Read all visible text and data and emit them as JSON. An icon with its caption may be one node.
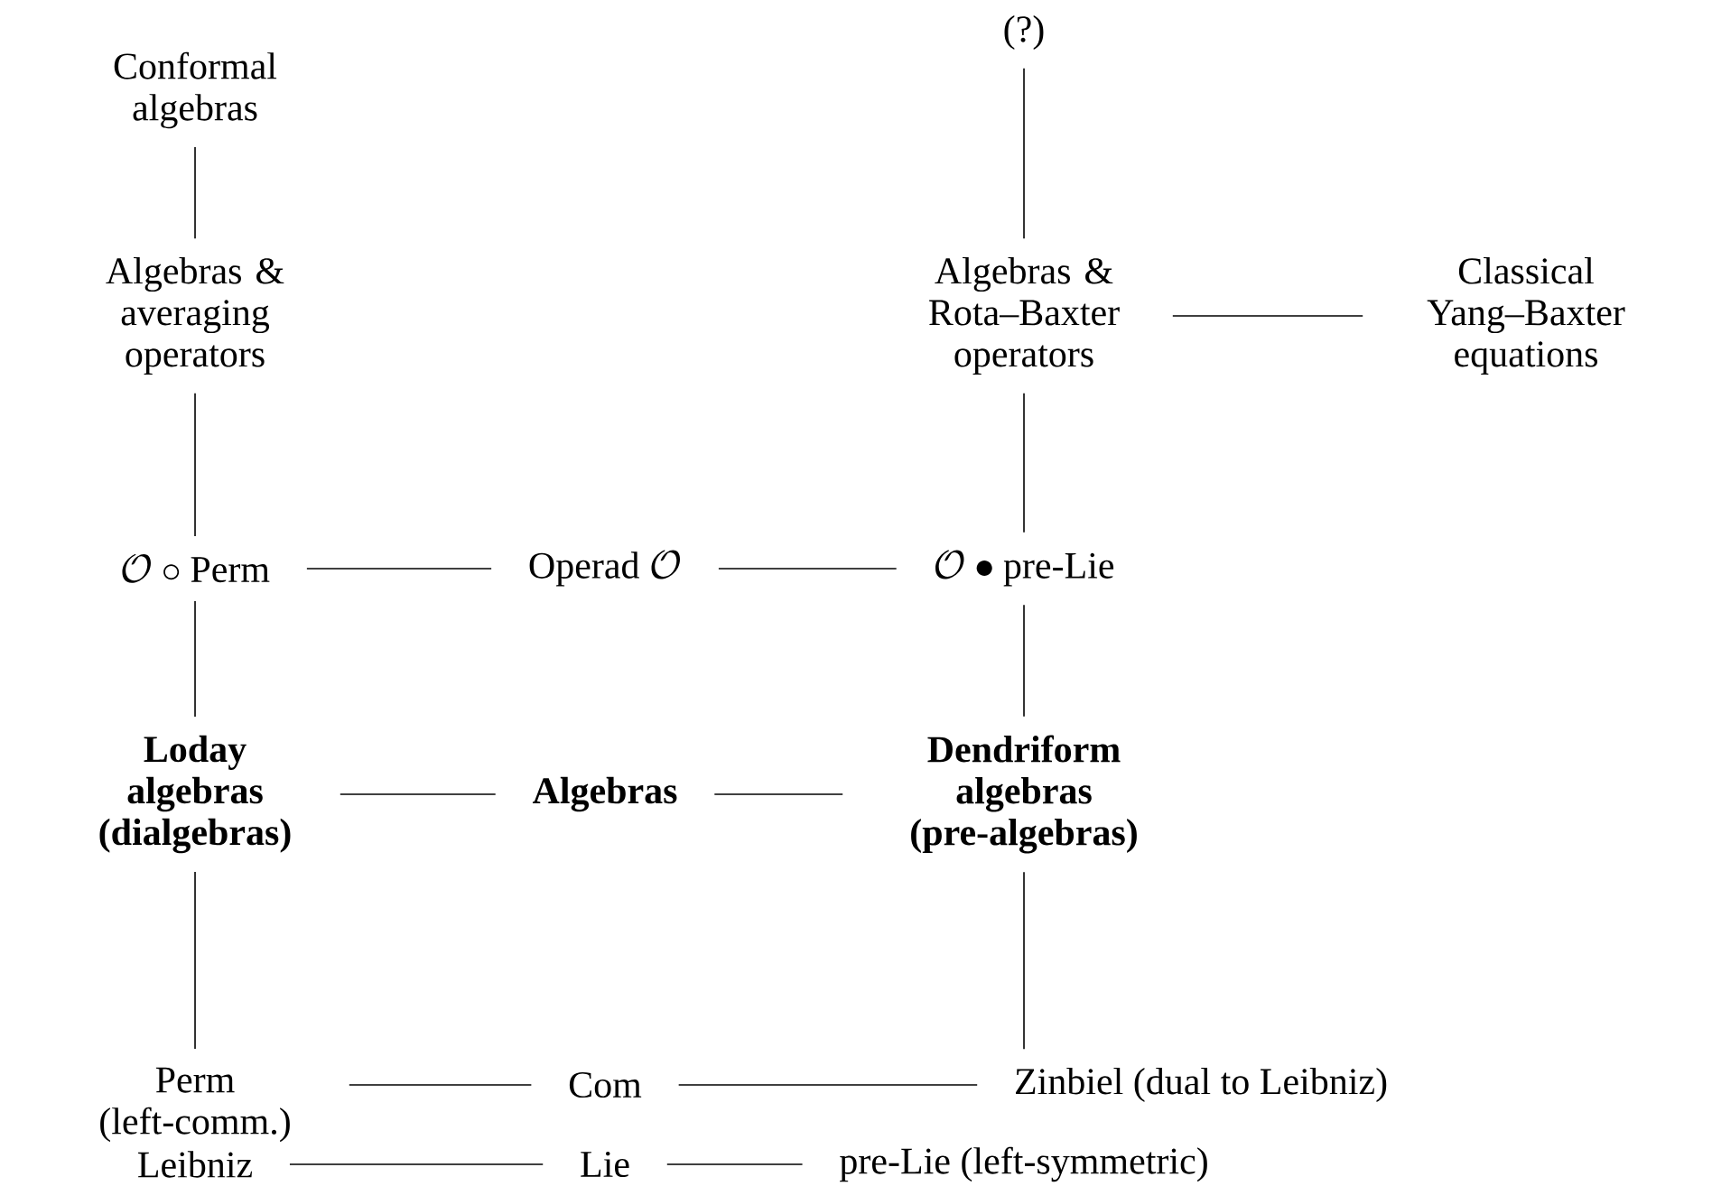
{
  "diagram": {
    "nodes": [
      {
        "text": [
          "Conformal algebras"
        ]
      },
      {
        "text": [
          "(?)"
        ]
      },
      {
        "text": [
          "Algebras & averaging operators"
        ]
      },
      {
        "text": [
          "Algebras & Rota–Baxter operators"
        ]
      },
      {
        "text": [
          "Classical Yang–Baxter equations"
        ]
      },
      {
        "text": [
          "\\mathcal{O}\\circ\\text{Perm}"
        ]
      },
      {
        "text": [
          "\\text{Operad }\\mathcal{O}"
        ]
      },
      {
        "text": [
          "\\mathcal{O}\\bullet\\text{pre-Lie}"
        ]
      },
      {
        "text": [
          "Loday algebras (dialgebras)"
        ]
      },
      {
        "text": [
          "Algebras"
        ]
      },
      {
        "text": [
          "Dendriform algebras (pre-algebras)"
        ]
      },
      {
        "text": [
          "Perm (left-comm.)"
        ]
      },
      {
        "text": [
          "Com"
        ]
      },
      {
        "text": [
          "Zinbiel (dual to Leibniz)"
        ]
      },
      {
        "text": [
          "Leibniz"
        ]
      },
      {
        "text": [
          "Lie"
        ]
      },
      {
        "text": [
          "pre-Lie (left-symmetric)"
        ]
      }
    ],
    "edges": [
      {
        "from": 0,
        "to": 2,
        "arrow": "none"
      },
      {
        "from": 1,
        "to": 3,
        "arrow": "none"
      },
      {
        "from": 3,
        "to": 4,
        "arrow": "none"
      },
      {
        "from": 2,
        "to": 5,
        "arrow": "none"
      },
      {
        "from": 3,
        "to": 7,
        "arrow": "none"
      },
      {
        "from": 5,
        "to": 6,
        "arrow": "none"
      },
      {
        "from": 6,
        "to": 7,
        "arrow": "none"
      },
      {
        "from": 5,
        "to": 8,
        "arrow": "none"
      },
      {
        "from": 7,
        "to": 10,
        "arrow": "none"
      },
      {
        "from": 8,
        "to": 9,
        "arrow": "none"
      },
      {
        "from": 9,
        "to": 10,
        "arrow": "none"
      },
      {
        "from": 8,
        "to": 11,
        "arrow": "none"
      },
      {
        "from": 10,
        "to": 13,
        "arrow": "none"
      },
      {
        "from": 11,
        "to": 12,
        "arrow": "none"
      },
      {
        "from": 12,
        "to": 13,
        "arrow": "none"
      },
      {
        "from": 14,
        "to": 15,
        "arrow": "none"
      },
      {
        "from": 15,
        "to": 16,
        "arrow": "none"
      }
    ]
  }
}
